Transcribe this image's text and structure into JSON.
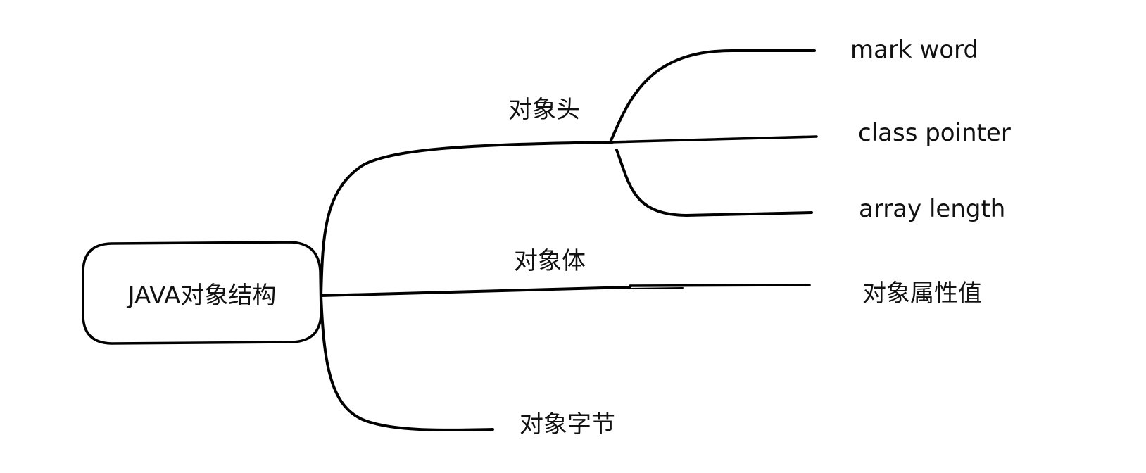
{
  "root": {
    "label": "JAVA对象结构"
  },
  "branches": {
    "header": {
      "label": "对象头",
      "children": [
        "mark word",
        "class pointer",
        "array length"
      ]
    },
    "body": {
      "label": "对象体",
      "children": [
        "对象属性值"
      ]
    },
    "padding": {
      "label": "对象字节"
    }
  },
  "colors": {
    "line": "#000000",
    "text": "#111111",
    "background": "#ffffff"
  }
}
